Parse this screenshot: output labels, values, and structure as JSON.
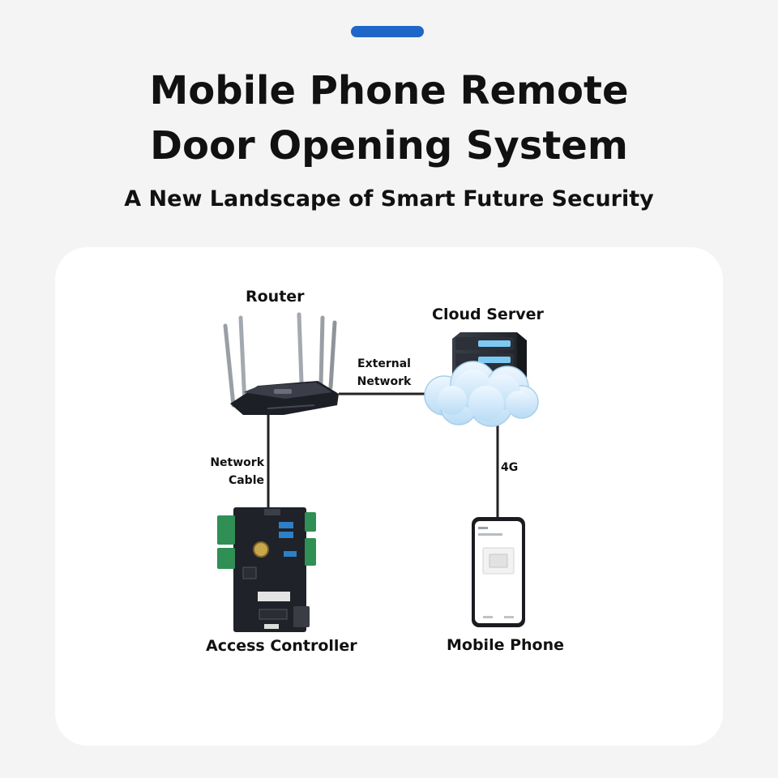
{
  "header": {
    "title_line1": "Mobile Phone Remote",
    "title_line2": "Door Opening System",
    "subtitle": "A New Landscape of Smart Future Security"
  },
  "nodes": {
    "router": "Router",
    "cloud_server": "Cloud Server",
    "access_controller": "Access Controller",
    "mobile_phone": "Mobile Phone"
  },
  "connections": {
    "external_line1": "External",
    "external_line2": "Network",
    "cable_line1": "Network",
    "cable_line2": "Cable",
    "cellular": "4G"
  },
  "colors": {
    "accent": "#1f66c9",
    "background": "#f4f4f4",
    "panel": "#ffffff"
  }
}
